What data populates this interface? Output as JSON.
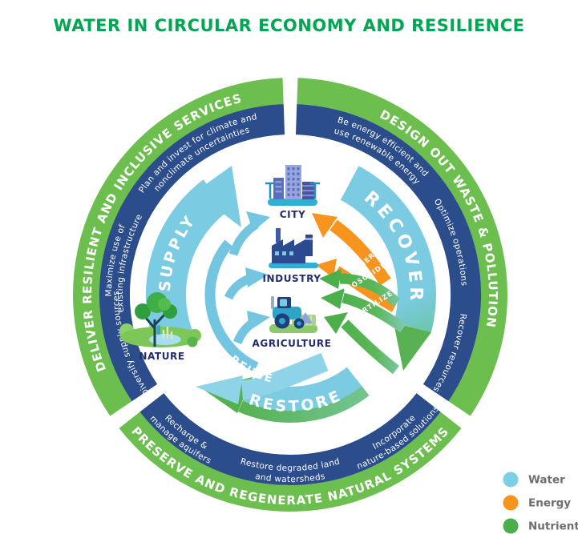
{
  "title": "WATER IN CIRCULAR ECONOMY AND RESILIENCE",
  "colors": {
    "title_green": "#00A651",
    "band_green": "#6CBE4E",
    "band_navy": "#2C4D8C",
    "water_blue": "#7CCFE4",
    "reuse_blue": "#8ED3E7",
    "energy_orange": "#F7941E",
    "nutrient_green": "#4BAE4C",
    "label_navy": "#232D70",
    "legend_text": "#6D6E71"
  },
  "outer_arcs": [
    {
      "label": "DELIVER RESILIENT AND INCLUSIVE SERVICES"
    },
    {
      "label": "DESIGN OUT WASTE & POLLUTION"
    },
    {
      "label": "PRESERVE AND REGENERATE NATURAL SYSTEMS"
    }
  ],
  "strategies": [
    {
      "id": "plan-invest",
      "lines": [
        "Plan and invest for climate and",
        "nonclimate uncertainties"
      ]
    },
    {
      "id": "energy-efficient",
      "lines": [
        "Be energy efficient and",
        "use renewable energy"
      ]
    },
    {
      "id": "optimize-operations",
      "lines": [
        "Optimize operations"
      ]
    },
    {
      "id": "recover-resources",
      "lines": [
        "Recover resources"
      ]
    },
    {
      "id": "nature-based-solutions",
      "lines": [
        "Incorporate",
        "nature-based solutions"
      ]
    },
    {
      "id": "restore-land",
      "lines": [
        "Restore degraded land",
        "and watersheds"
      ]
    },
    {
      "id": "recharge-aquifers",
      "lines": [
        "Recharge &",
        "manage aquifers"
      ]
    },
    {
      "id": "diversify-supply",
      "lines": [
        "Diversify supply sources"
      ]
    },
    {
      "id": "maximize-infrastructure",
      "lines": [
        "Maximize use of",
        "existing infrastructure"
      ]
    }
  ],
  "cycle": {
    "supply": "SUPPLY",
    "recover": "RECOVER",
    "reuse": "REUSE",
    "restore": "RESTORE"
  },
  "nodes": [
    {
      "label": "CITY"
    },
    {
      "label": "INDUSTRY"
    },
    {
      "label": "AGRICULTURE"
    },
    {
      "label": "NATURE"
    }
  ],
  "flows": [
    {
      "label": "ENERGY",
      "color": "#F7941E"
    },
    {
      "label": "BIOSOLIDS",
      "color": "#4BAE4C"
    },
    {
      "label": "FERTILIZER",
      "color": "#4BAE4C"
    }
  ],
  "legend": {
    "items": [
      {
        "label": "Water",
        "color": "#7CCFE4"
      },
      {
        "label": "Energy",
        "color": "#F7941E"
      },
      {
        "label": "Nutrients",
        "color": "#4BAE4C"
      }
    ]
  }
}
